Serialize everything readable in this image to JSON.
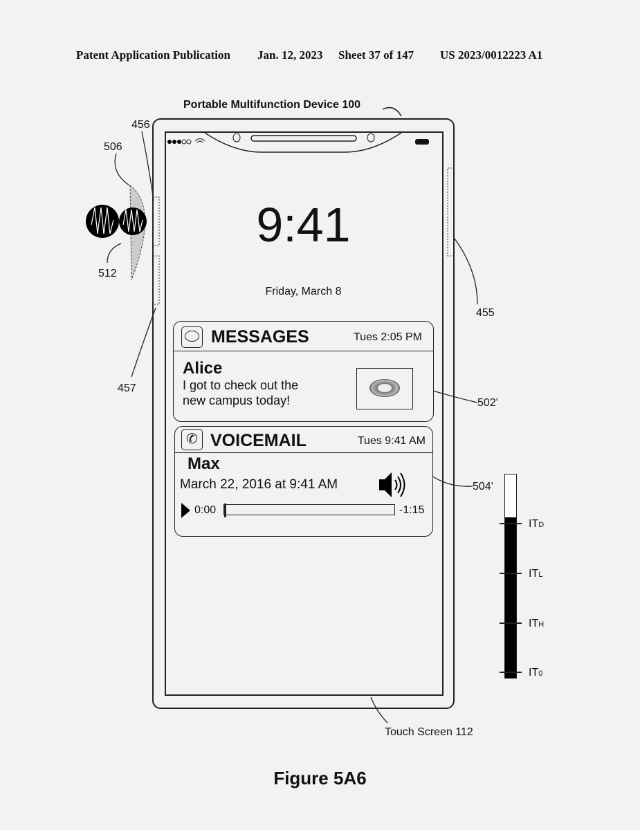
{
  "header": {
    "publication": "Patent Application Publication",
    "date": "Jan. 12, 2023",
    "sheet": "Sheet 37 of 147",
    "number": "US 2023/0012223 A1"
  },
  "labels": {
    "device": "Portable Multifunction Device 100",
    "l456": "456",
    "l506": "506",
    "l512": "512",
    "l457": "457",
    "l455": "455",
    "l502": "502'",
    "l504": "504'",
    "touch": "Touch Screen 112"
  },
  "lock": {
    "time": "9:41",
    "date": "Friday, March 8"
  },
  "messages": {
    "app": "MESSAGES",
    "time": "Tues 2:05 PM",
    "sender": "Alice",
    "line1": "I got to check out the",
    "line2": "new campus today!"
  },
  "voicemail": {
    "app": "VOICEMAIL",
    "time": "Tues 9:41 AM",
    "caller": "Max",
    "date": "March 22, 2016 at 9:41 AM",
    "elapsed": "0:00",
    "remaining": "-1:15",
    "progress": 0
  },
  "intensity": {
    "level": 0.79,
    "thresholds": [
      {
        "name": "IT",
        "sub": "D"
      },
      {
        "name": "IT",
        "sub": "L"
      },
      {
        "name": "IT",
        "sub": "H"
      },
      {
        "name": "IT",
        "sub": "0"
      }
    ]
  },
  "figure": "Figure 5A6"
}
